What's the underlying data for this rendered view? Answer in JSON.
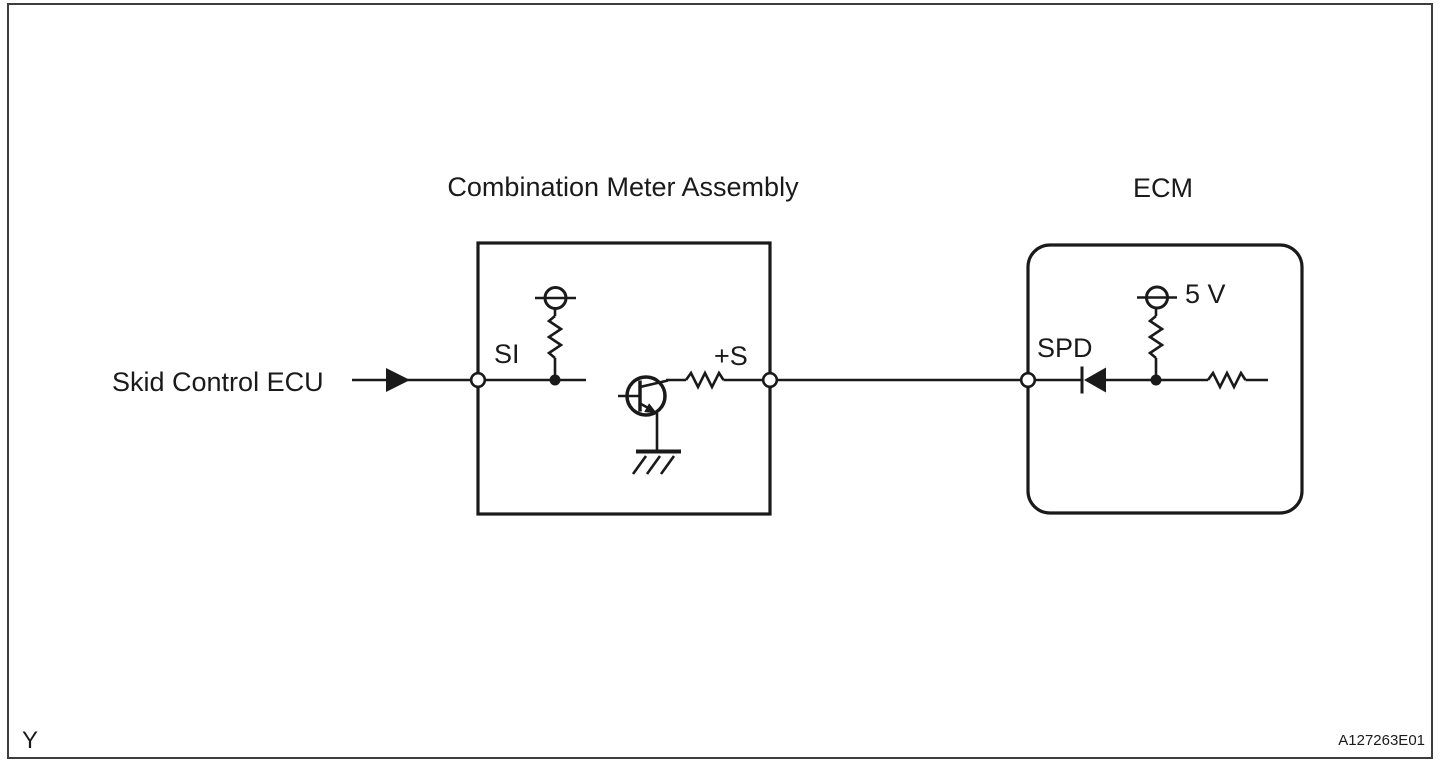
{
  "diagram": {
    "left_block_title": "Combination Meter Assembly",
    "right_block_title": "ECM",
    "source_label": "Skid Control ECU",
    "terminal_si_label": "SI",
    "terminal_plus_s_label": "+S",
    "terminal_spd_label": "SPD",
    "voltage_label": "5 V",
    "page_marker": "Y",
    "figure_code": "A127263E01"
  },
  "components": [
    {
      "name": "signal-direction-arrow",
      "type": "arrow"
    },
    {
      "name": "si-terminal",
      "type": "open-terminal"
    },
    {
      "name": "si-pullup-resistor",
      "type": "resistor"
    },
    {
      "name": "si-power-source",
      "type": "power-source-symbol"
    },
    {
      "name": "npn-transistor",
      "type": "transistor"
    },
    {
      "name": "transistor-ground",
      "type": "ground-symbol"
    },
    {
      "name": "collector-series-resistor",
      "type": "resistor"
    },
    {
      "name": "plus-s-terminal",
      "type": "open-terminal"
    },
    {
      "name": "spd-terminal",
      "type": "open-terminal"
    },
    {
      "name": "spd-diode",
      "type": "diode"
    },
    {
      "name": "ecm-pullup-resistor",
      "type": "resistor"
    },
    {
      "name": "ecm-power-source",
      "type": "power-source-symbol"
    },
    {
      "name": "ecm-series-resistor",
      "type": "resistor"
    }
  ],
  "colors": {
    "line": "#1a1a1a",
    "page_border": "#3d3d3d",
    "background": "#ffffff"
  }
}
